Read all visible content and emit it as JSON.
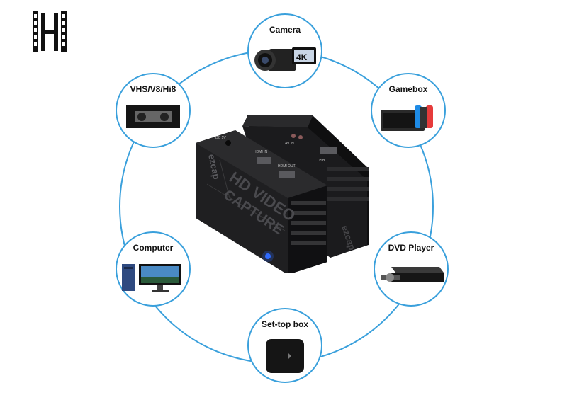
{
  "brand": {
    "logo_icon": "film-strip-logo-icon"
  },
  "product": {
    "model_front": "ezcap",
    "model_side": "ezcap",
    "front_title_line1": "HD VIDEO",
    "front_title_line2": "CAPTURE",
    "port_hdmi_in": "HDMI IN",
    "port_hdmi_out": "HDMI OUT",
    "port_usb": "USB",
    "port_dc": "DC 5V",
    "port_av_in": "AV IN"
  },
  "devices": [
    {
      "label": "Camera",
      "icon": "camcorder-icon",
      "badge": "4K"
    },
    {
      "label": "Gamebox",
      "icon": "game-console-icon"
    },
    {
      "label": "DVD Player",
      "icon": "dvd-player-icon"
    },
    {
      "label": "Set-top box",
      "icon": "set-top-box-icon"
    },
    {
      "label": "Computer",
      "icon": "computer-icon"
    },
    {
      "label": "VHS/V8/Hi8",
      "icon": "vhs-tape-icon"
    }
  ],
  "colors": {
    "ring": "#3aa0dc",
    "device_body": "#1b1b1d",
    "led": "#2f6bff"
  }
}
